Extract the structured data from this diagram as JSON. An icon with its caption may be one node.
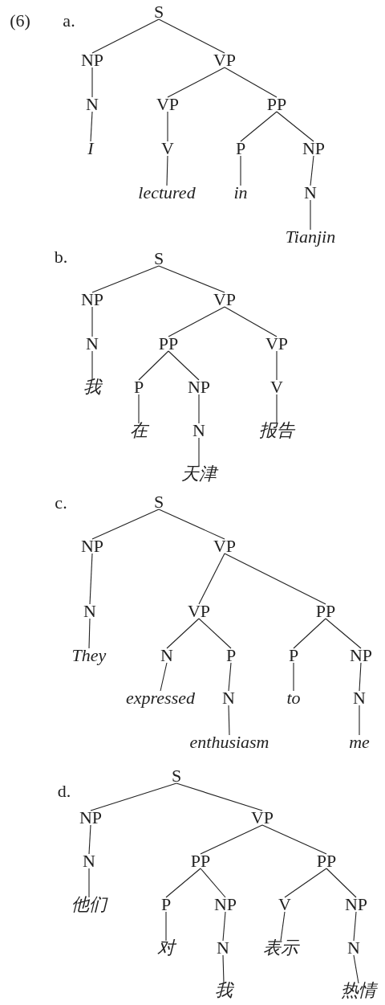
{
  "diagram": {
    "nodes": [
      {
        "text": [
          "S"
        ]
      },
      {
        "text": [
          "NP"
        ]
      },
      {
        "text": [
          "VP"
        ]
      },
      {
        "text": [
          "N"
        ]
      },
      {
        "text": [
          "VP"
        ]
      },
      {
        "text": [
          "PP"
        ]
      },
      {
        "text": [
          "I"
        ]
      },
      {
        "text": [
          "V"
        ]
      },
      {
        "text": [
          "P"
        ]
      },
      {
        "text": [
          "NP"
        ]
      },
      {
        "text": [
          "lectured"
        ]
      },
      {
        "text": [
          "in"
        ]
      },
      {
        "text": [
          "N"
        ]
      },
      {
        "text": [
          "Tianjin"
        ]
      },
      {
        "text": [
          "S"
        ]
      },
      {
        "text": [
          "NP"
        ]
      },
      {
        "text": [
          "VP"
        ]
      },
      {
        "text": [
          "N"
        ]
      },
      {
        "text": [
          "PP"
        ]
      },
      {
        "text": [
          "VP"
        ]
      },
      {
        "text": [
          "我"
        ]
      },
      {
        "text": [
          "P"
        ]
      },
      {
        "text": [
          "NP"
        ]
      },
      {
        "text": [
          "V"
        ]
      },
      {
        "text": [
          "在"
        ]
      },
      {
        "text": [
          "N"
        ]
      },
      {
        "text": [
          "报告"
        ]
      },
      {
        "text": [
          "天津"
        ]
      },
      {
        "text": [
          "S"
        ]
      },
      {
        "text": [
          "NP"
        ]
      },
      {
        "text": [
          "VP"
        ]
      },
      {
        "text": [
          "N"
        ]
      },
      {
        "text": [
          "VP"
        ]
      },
      {
        "text": [
          "PP"
        ]
      },
      {
        "text": [
          "They"
        ]
      },
      {
        "text": [
          "N"
        ]
      },
      {
        "text": [
          "P"
        ]
      },
      {
        "text": [
          "P"
        ]
      },
      {
        "text": [
          "NP"
        ]
      },
      {
        "text": [
          "expressed"
        ]
      },
      {
        "text": [
          "N"
        ]
      },
      {
        "text": [
          "to"
        ]
      },
      {
        "text": [
          "N"
        ]
      },
      {
        "text": [
          "enthusiasm"
        ]
      },
      {
        "text": [
          "me"
        ]
      },
      {
        "text": [
          "S"
        ]
      },
      {
        "text": [
          "NP"
        ]
      },
      {
        "text": [
          "VP"
        ]
      },
      {
        "text": [
          "N"
        ]
      },
      {
        "text": [
          "PP"
        ]
      },
      {
        "text": [
          "PP"
        ]
      },
      {
        "text": [
          "他们"
        ]
      },
      {
        "text": [
          "P"
        ]
      },
      {
        "text": [
          "NP"
        ]
      },
      {
        "text": [
          "V"
        ]
      },
      {
        "text": [
          "NP"
        ]
      },
      {
        "text": [
          "对"
        ]
      },
      {
        "text": [
          "N"
        ]
      },
      {
        "text": [
          "表示"
        ]
      },
      {
        "text": [
          "N"
        ]
      },
      {
        "text": [
          "我"
        ]
      },
      {
        "text": [
          "热情"
        ]
      }
    ],
    "edges": [
      {
        "from": 0,
        "to": 1,
        "arrow": "none"
      },
      {
        "from": 0,
        "to": 2,
        "arrow": "none"
      },
      {
        "from": 1,
        "to": 3,
        "arrow": "none"
      },
      {
        "from": 2,
        "to": 4,
        "arrow": "none"
      },
      {
        "from": 2,
        "to": 5,
        "arrow": "none"
      },
      {
        "from": 3,
        "to": 6,
        "arrow": "none"
      },
      {
        "from": 4,
        "to": 7,
        "arrow": "none"
      },
      {
        "from": 5,
        "to": 8,
        "arrow": "none"
      },
      {
        "from": 5,
        "to": 9,
        "arrow": "none"
      },
      {
        "from": 7,
        "to": 10,
        "arrow": "none"
      },
      {
        "from": 8,
        "to": 11,
        "arrow": "none"
      },
      {
        "from": 9,
        "to": 12,
        "arrow": "none"
      },
      {
        "from": 12,
        "to": 13,
        "arrow": "none"
      },
      {
        "from": 14,
        "to": 15,
        "arrow": "none"
      },
      {
        "from": 14,
        "to": 16,
        "arrow": "none"
      },
      {
        "from": 15,
        "to": 17,
        "arrow": "none"
      },
      {
        "from": 16,
        "to": 18,
        "arrow": "none"
      },
      {
        "from": 16,
        "to": 19,
        "arrow": "none"
      },
      {
        "from": 17,
        "to": 20,
        "arrow": "none"
      },
      {
        "from": 18,
        "to": 21,
        "arrow": "none"
      },
      {
        "from": 18,
        "to": 22,
        "arrow": "none"
      },
      {
        "from": 19,
        "to": 23,
        "arrow": "none"
      },
      {
        "from": 21,
        "to": 24,
        "arrow": "none"
      },
      {
        "from": 22,
        "to": 25,
        "arrow": "none"
      },
      {
        "from": 23,
        "to": 26,
        "arrow": "none"
      },
      {
        "from": 25,
        "to": 27,
        "arrow": "none"
      },
      {
        "from": 28,
        "to": 29,
        "arrow": "none"
      },
      {
        "from": 28,
        "to": 30,
        "arrow": "none"
      },
      {
        "from": 29,
        "to": 31,
        "arrow": "none"
      },
      {
        "from": 30,
        "to": 32,
        "arrow": "none"
      },
      {
        "from": 30,
        "to": 33,
        "arrow": "none"
      },
      {
        "from": 31,
        "to": 34,
        "arrow": "none"
      },
      {
        "from": 32,
        "to": 35,
        "arrow": "none"
      },
      {
        "from": 32,
        "to": 36,
        "arrow": "none"
      },
      {
        "from": 33,
        "to": 37,
        "arrow": "none"
      },
      {
        "from": 33,
        "to": 38,
        "arrow": "none"
      },
      {
        "from": 35,
        "to": 39,
        "arrow": "none"
      },
      {
        "from": 36,
        "to": 40,
        "arrow": "none"
      },
      {
        "from": 37,
        "to": 41,
        "arrow": "none"
      },
      {
        "from": 38,
        "to": 42,
        "arrow": "none"
      },
      {
        "from": 40,
        "to": 43,
        "arrow": "none"
      },
      {
        "from": 42,
        "to": 44,
        "arrow": "none"
      },
      {
        "from": 45,
        "to": 46,
        "arrow": "none"
      },
      {
        "from": 45,
        "to": 47,
        "arrow": "none"
      },
      {
        "from": 46,
        "to": 48,
        "arrow": "none"
      },
      {
        "from": 47,
        "to": 49,
        "arrow": "none"
      },
      {
        "from": 47,
        "to": 50,
        "arrow": "none"
      },
      {
        "from": 48,
        "to": 51,
        "arrow": "none"
      },
      {
        "from": 49,
        "to": 52,
        "arrow": "none"
      },
      {
        "from": 49,
        "to": 53,
        "arrow": "none"
      },
      {
        "from": 50,
        "to": 54,
        "arrow": "none"
      },
      {
        "from": 50,
        "to": 55,
        "arrow": "none"
      },
      {
        "from": 52,
        "to": 56,
        "arrow": "none"
      },
      {
        "from": 53,
        "to": 57,
        "arrow": "none"
      },
      {
        "from": 54,
        "to": 58,
        "arrow": "none"
      },
      {
        "from": 55,
        "to": 59,
        "arrow": "none"
      },
      {
        "from": 57,
        "to": 60,
        "arrow": "none"
      },
      {
        "from": 59,
        "to": 61,
        "arrow": "none"
      }
    ],
    "labels": [
      "(6)",
      "a.",
      "b.",
      "c.",
      "d."
    ]
  }
}
